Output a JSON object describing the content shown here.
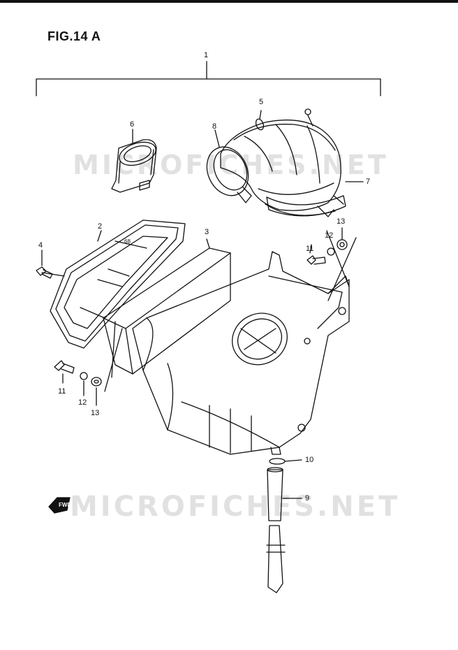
{
  "figure": {
    "title": "FIG.14 A"
  },
  "watermark": {
    "text": "MICROFICHES.NET",
    "color": "#aaaaaa"
  },
  "forward_arrow": {
    "label": "FWD"
  },
  "callouts": {
    "c1": "1",
    "c2": "2",
    "c3": "3",
    "c4": "4",
    "c5": "5",
    "c6": "6",
    "c7": "7",
    "c8": "8",
    "c9": "9",
    "c10": "10",
    "c11_right": "11",
    "c12_right": "12",
    "c13_right": "13",
    "c11_left": "11",
    "c12_left": "12",
    "c13_left": "13"
  },
  "part_marking": {
    "text": "68"
  }
}
